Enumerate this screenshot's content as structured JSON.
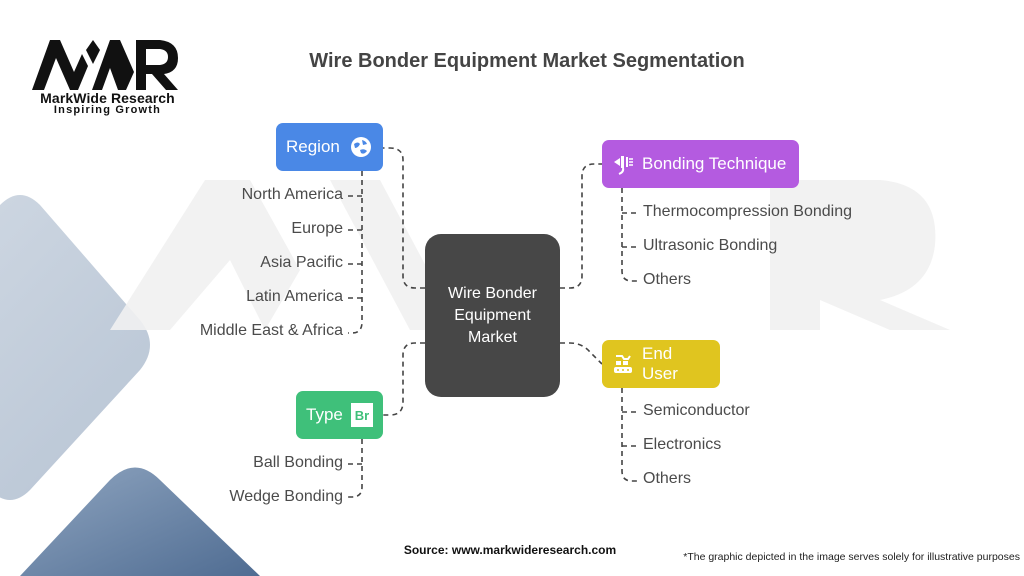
{
  "header": {
    "title": "Wire Bonder Equipment Market Segmentation"
  },
  "logo": {
    "mark": "MWR",
    "name": "MarkWide Research",
    "tagline": "Inspiring Growth"
  },
  "center_node": {
    "label": "Wire Bonder Equipment Market",
    "color": "#474747"
  },
  "segments": [
    {
      "label": "Region",
      "icon": "globe-icon",
      "color": "#4a88e6",
      "items": [
        "North America",
        "Europe",
        "Asia Pacific",
        "Latin America",
        "Middle East & Africa"
      ]
    },
    {
      "label": "Type",
      "icon": "bromine-element-icon",
      "icon_text": "Br",
      "color": "#3fc07a",
      "items": [
        "Ball Bonding",
        "Wedge Bonding"
      ]
    },
    {
      "label": "Bonding Technique",
      "icon": "plug-icon",
      "color": "#b45be0",
      "items": [
        "Thermocompression Bonding",
        "Ultrasonic Bonding",
        "Others"
      ]
    },
    {
      "label": "End User",
      "icon": "conveyor-robot-icon",
      "color": "#e0c51f",
      "items": [
        "Semiconductor",
        "Electronics",
        "Others"
      ]
    }
  ],
  "footer": {
    "source": "Source: www.markwideresearch.com",
    "disclaimer": "*The graphic depicted in the image serves solely for illustrative purposes"
  }
}
